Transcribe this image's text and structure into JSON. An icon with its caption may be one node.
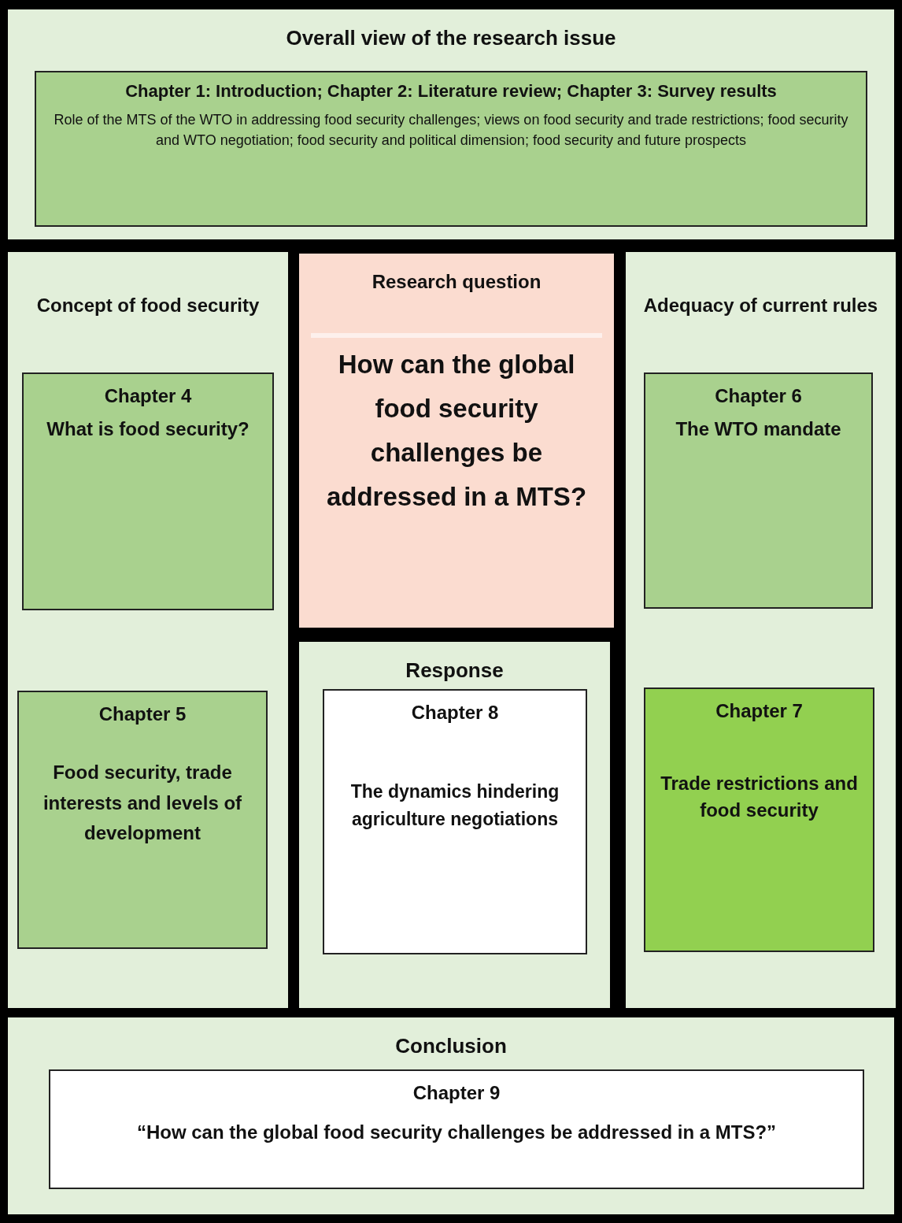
{
  "diagram": {
    "nodes": [
      {
        "text": [
          "Overall view of the research issue"
        ]
      },
      {
        "text": [
          "Chapter 1: Introduction; Chapter 2: Literature review; Chapter 3: Survey results",
          "Role of the MTS of the WTO in addressing food security challenges; views on food security and trade restrictions; food security and WTO negotiation; food security and political dimension; food security and future prospects"
        ],
        "in": 0
      },
      {
        "text": [
          "Concept of food security"
        ]
      },
      {
        "text": [
          "Chapter 4",
          "What is food security?"
        ],
        "in": 2
      },
      {
        "text": [
          "Chapter 5",
          "Food security, trade interests and levels of development"
        ],
        "in": 2
      },
      {
        "text": [
          "Research question",
          "How can the global food security challenges be addressed in a MTS?"
        ]
      },
      {
        "text": [
          "Response"
        ]
      },
      {
        "text": [
          "Chapter 8",
          "The dynamics hindering agriculture negotiations"
        ],
        "in": 6
      },
      {
        "text": [
          "Adequacy of current rules"
        ]
      },
      {
        "text": [
          "Chapter 6",
          "The WTO mandate"
        ],
        "in": 8
      },
      {
        "text": [
          "Chapter 7",
          "Trade restrictions and food security"
        ],
        "in": 8
      },
      {
        "text": [
          "Conclusion"
        ]
      },
      {
        "text": [
          "Chapter 9",
          "“How can the global food security challenges be addressed in a MTS?”"
        ],
        "in": 11
      }
    ]
  }
}
